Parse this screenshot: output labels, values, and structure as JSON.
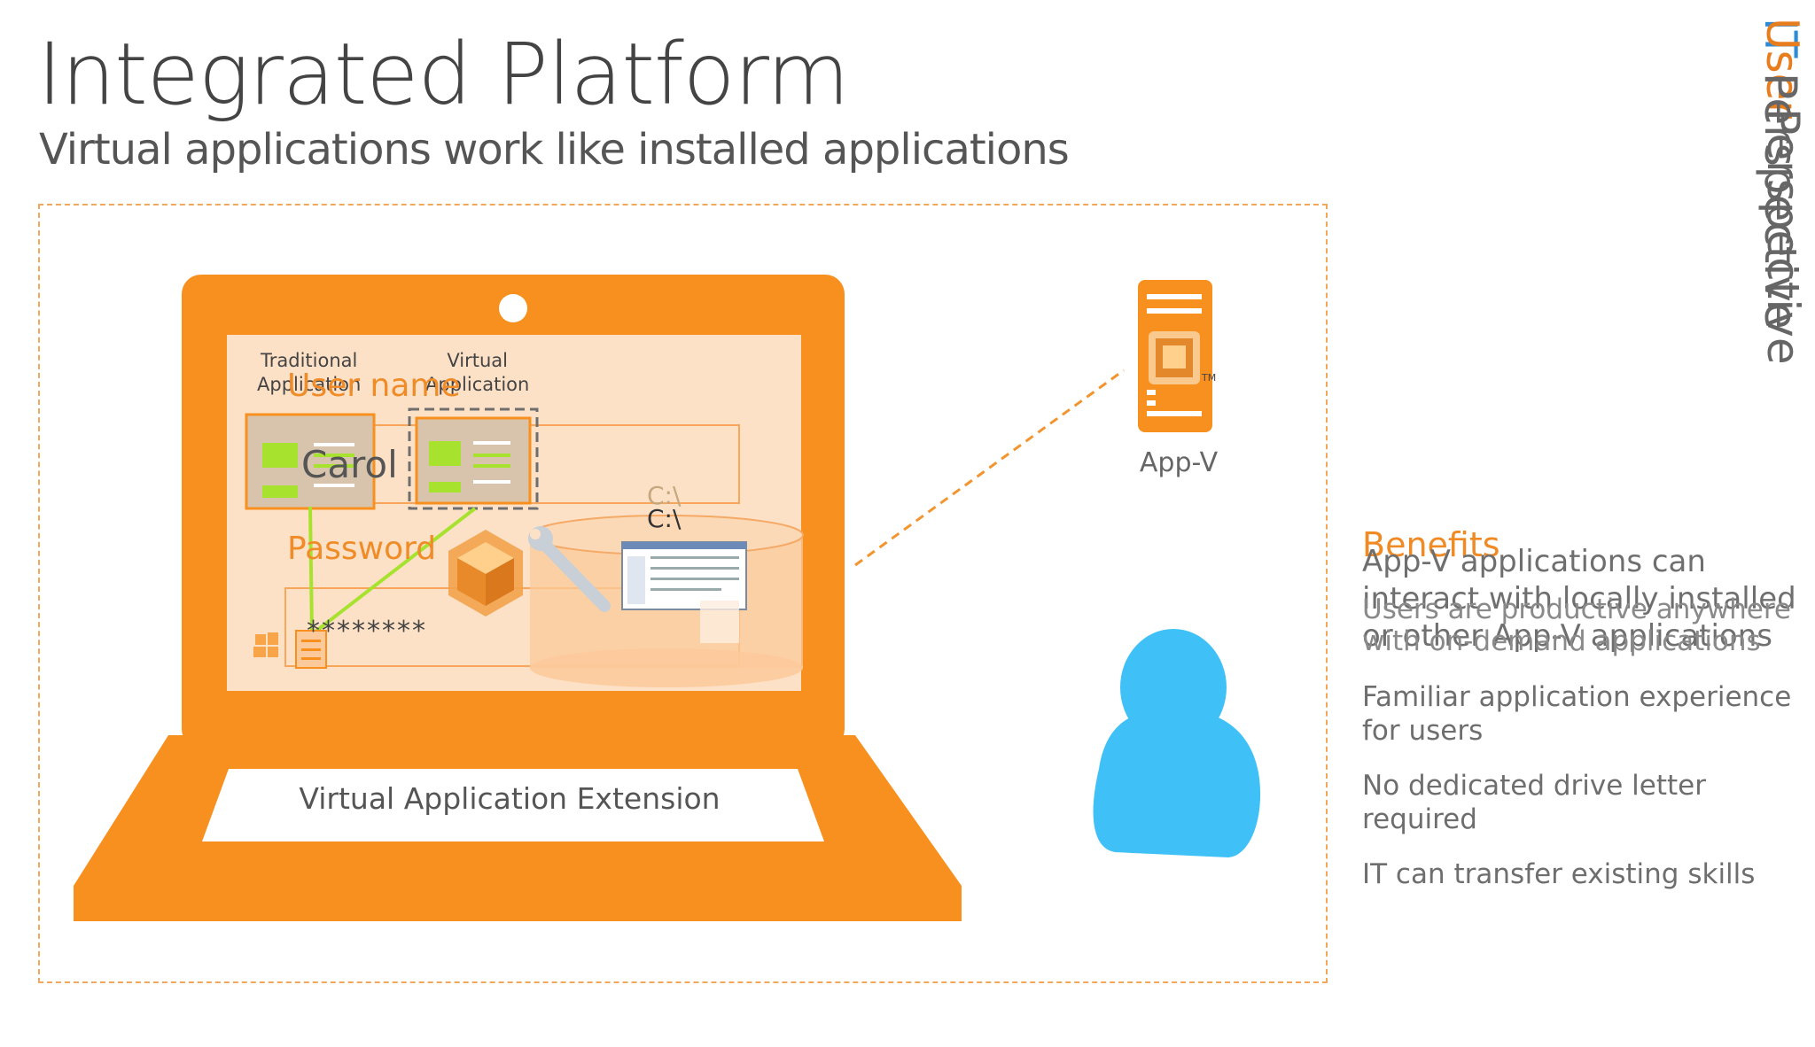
{
  "slide": {
    "title": "Integrated Platform",
    "subtitle": "Virtual applications work like installed applications"
  },
  "vertical_heading": {
    "it": "IT",
    "user": "User",
    "perspective_a": "Perspective",
    "perspective_b": "Perspective"
  },
  "laptop": {
    "traditional_label_1": "Traditional",
    "traditional_label_2": "Application",
    "virtual_label_1": "Virtual",
    "virtual_label_2": "Application",
    "username_label": "User name",
    "username_value": "Carol",
    "password_label": "Password",
    "password_value": "********",
    "drive_ghost": "C:\\",
    "drive": "C:\\",
    "extension_label": "Virtual Application Extension"
  },
  "server": {
    "label": "App-V",
    "tm": "TM"
  },
  "benefits": {
    "heading": "Benefits",
    "overlap_1": "App-V applications can",
    "overlap_2": "interact with locally installed",
    "overlap_3": "or other App-V applications",
    "overlap_4": "Users are productive anywhere",
    "overlap_5": "with on-demand applications",
    "items": [
      {
        "line1": "Familiar application experience",
        "line2": "for users"
      },
      {
        "line1": "No dedicated drive letter",
        "line2": "required"
      },
      {
        "line1": "IT can transfer existing skills",
        "line2": ""
      }
    ]
  },
  "colors": {
    "accent_orange": "#f7901e",
    "light_orange": "#fbc99a",
    "user_blue": "#3fc1f7",
    "lime": "#a6e22e",
    "it_blue": "#2e8bd6"
  }
}
